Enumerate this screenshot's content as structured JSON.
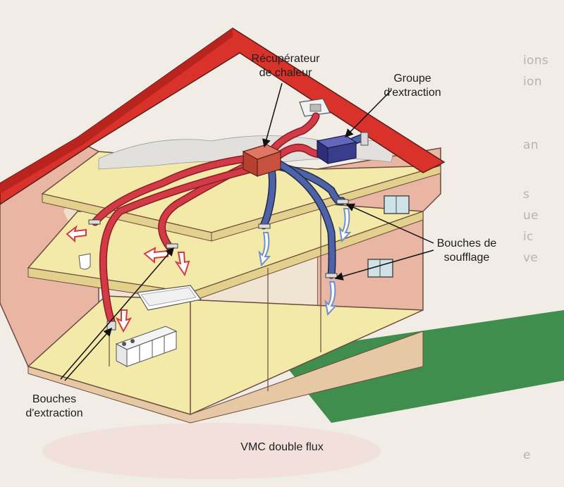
{
  "labels": {
    "recuperateur_line1": "Récupérateur",
    "recuperateur_line2": "de chaleur",
    "groupe_line1": "Groupe",
    "groupe_line2": "d'extraction",
    "bouches_soufflage_line1": "Bouches de",
    "bouches_soufflage_line2": "soufflage",
    "bouches_extraction_line1": "Bouches",
    "bouches_extraction_line2": "d'extraction"
  },
  "caption": "VMC double flux",
  "colors": {
    "roof": "#d9322b",
    "wall": "#e9b6a3",
    "floor": "#f3e9a9",
    "lawn": "#3f8e4e",
    "warm_duct": "#d23b45",
    "cold_duct": "#3c4f8e",
    "extraction_unit": "#3a3c8c",
    "heat_recovery_unit": "#c8503f"
  }
}
